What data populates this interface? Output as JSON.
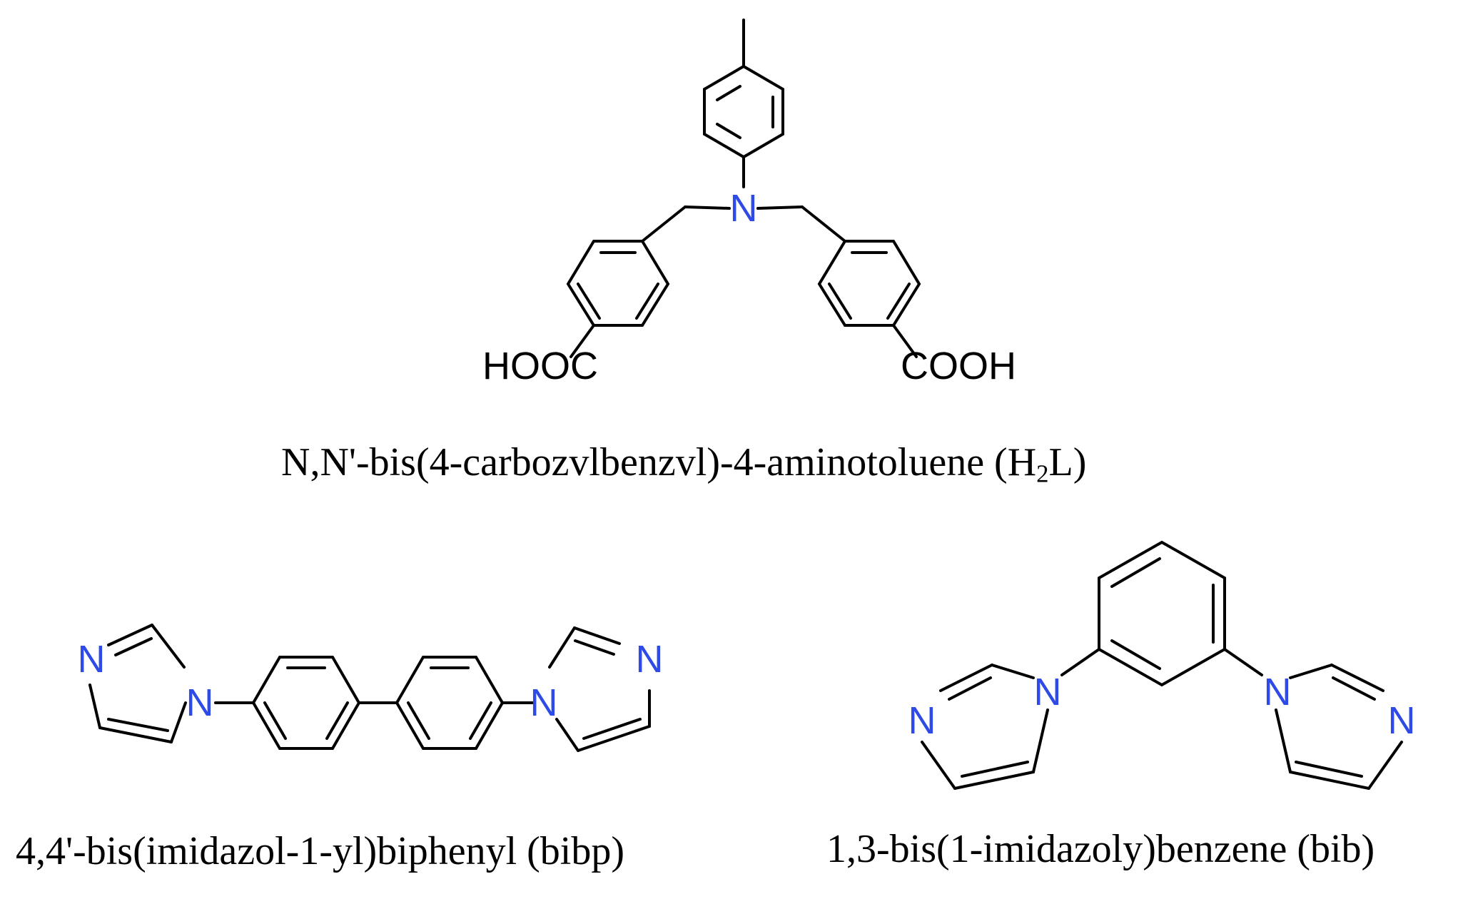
{
  "colors": {
    "nitrogen": "#2E4BE8",
    "bond": "#000000",
    "text": "#000000"
  },
  "molecules": {
    "h2l": {
      "name": "N,N'-bis(4-carbozvlbenzvl)-4-aminotoluene (H",
      "name_sub": "2",
      "name_end": "L)",
      "labels": {
        "n": "N",
        "left_group": "HOOC",
        "right_group": "COOH"
      }
    },
    "bibp": {
      "name": "4,4'-bis(imidazol-1-yl)biphenyl (bibp)",
      "labels": {
        "n1": "N",
        "n2": "N",
        "n3": "N",
        "n4": "N"
      }
    },
    "bib": {
      "name": "1,3-bis(1-imidazoly)benzene (bib)",
      "labels": {
        "n1": "N",
        "n2": "N",
        "n3": "N",
        "n4": "N"
      }
    }
  }
}
